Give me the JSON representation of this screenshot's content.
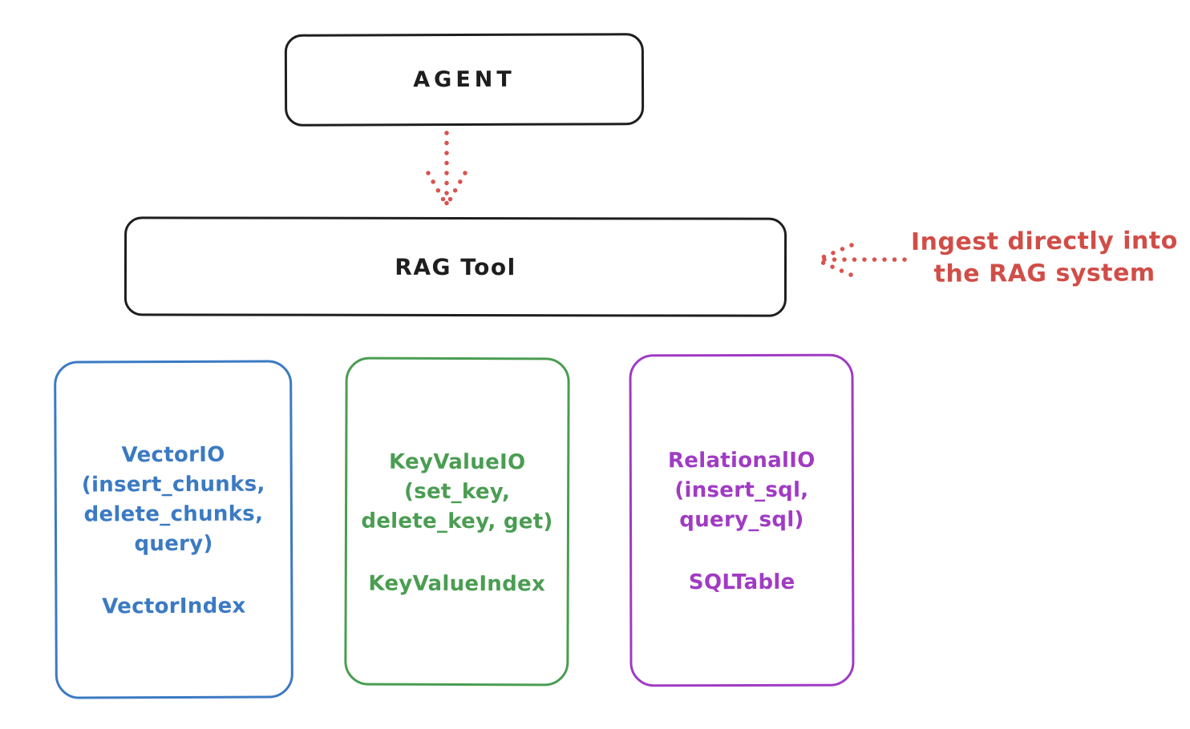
{
  "palette": {
    "ink_black": "#1e1e1e",
    "accent_red": "#d14d47",
    "vector_blue": "#3b7ac3",
    "keyvalue_green": "#4a9d52",
    "relational_purple": "#a03bc4",
    "background": "#ffffff"
  },
  "agent_box": {
    "label": "AGENT"
  },
  "rag_tool_box": {
    "label": "RAG Tool"
  },
  "annotation": {
    "line1": "Ingest directly into",
    "line2": "the RAG system",
    "color": "#d14d47"
  },
  "arrows": {
    "agent_to_rag_tool": {
      "style": "dotted",
      "color": "#d9534e",
      "direction": "down"
    },
    "annotation_to_rag_tool": {
      "style": "dotted",
      "color": "#d9534e",
      "direction": "left"
    }
  },
  "backend_boxes": [
    {
      "name": "vector-io",
      "color": "#3b7ac3",
      "io_lines": [
        "VectorIO",
        "(insert_chunks,",
        "delete_chunks,",
        "query)"
      ],
      "index_label": "VectorIndex"
    },
    {
      "name": "keyvalue-io",
      "color": "#4a9d52",
      "io_lines": [
        "KeyValueIO",
        "(set_key,",
        "delete_key, get)"
      ],
      "index_label": "KeyValueIndex"
    },
    {
      "name": "relational-io",
      "color": "#a03bc4",
      "io_lines": [
        "RelationalIO",
        "(insert_sql,",
        "query_sql)"
      ],
      "index_label": "SQLTable"
    }
  ]
}
